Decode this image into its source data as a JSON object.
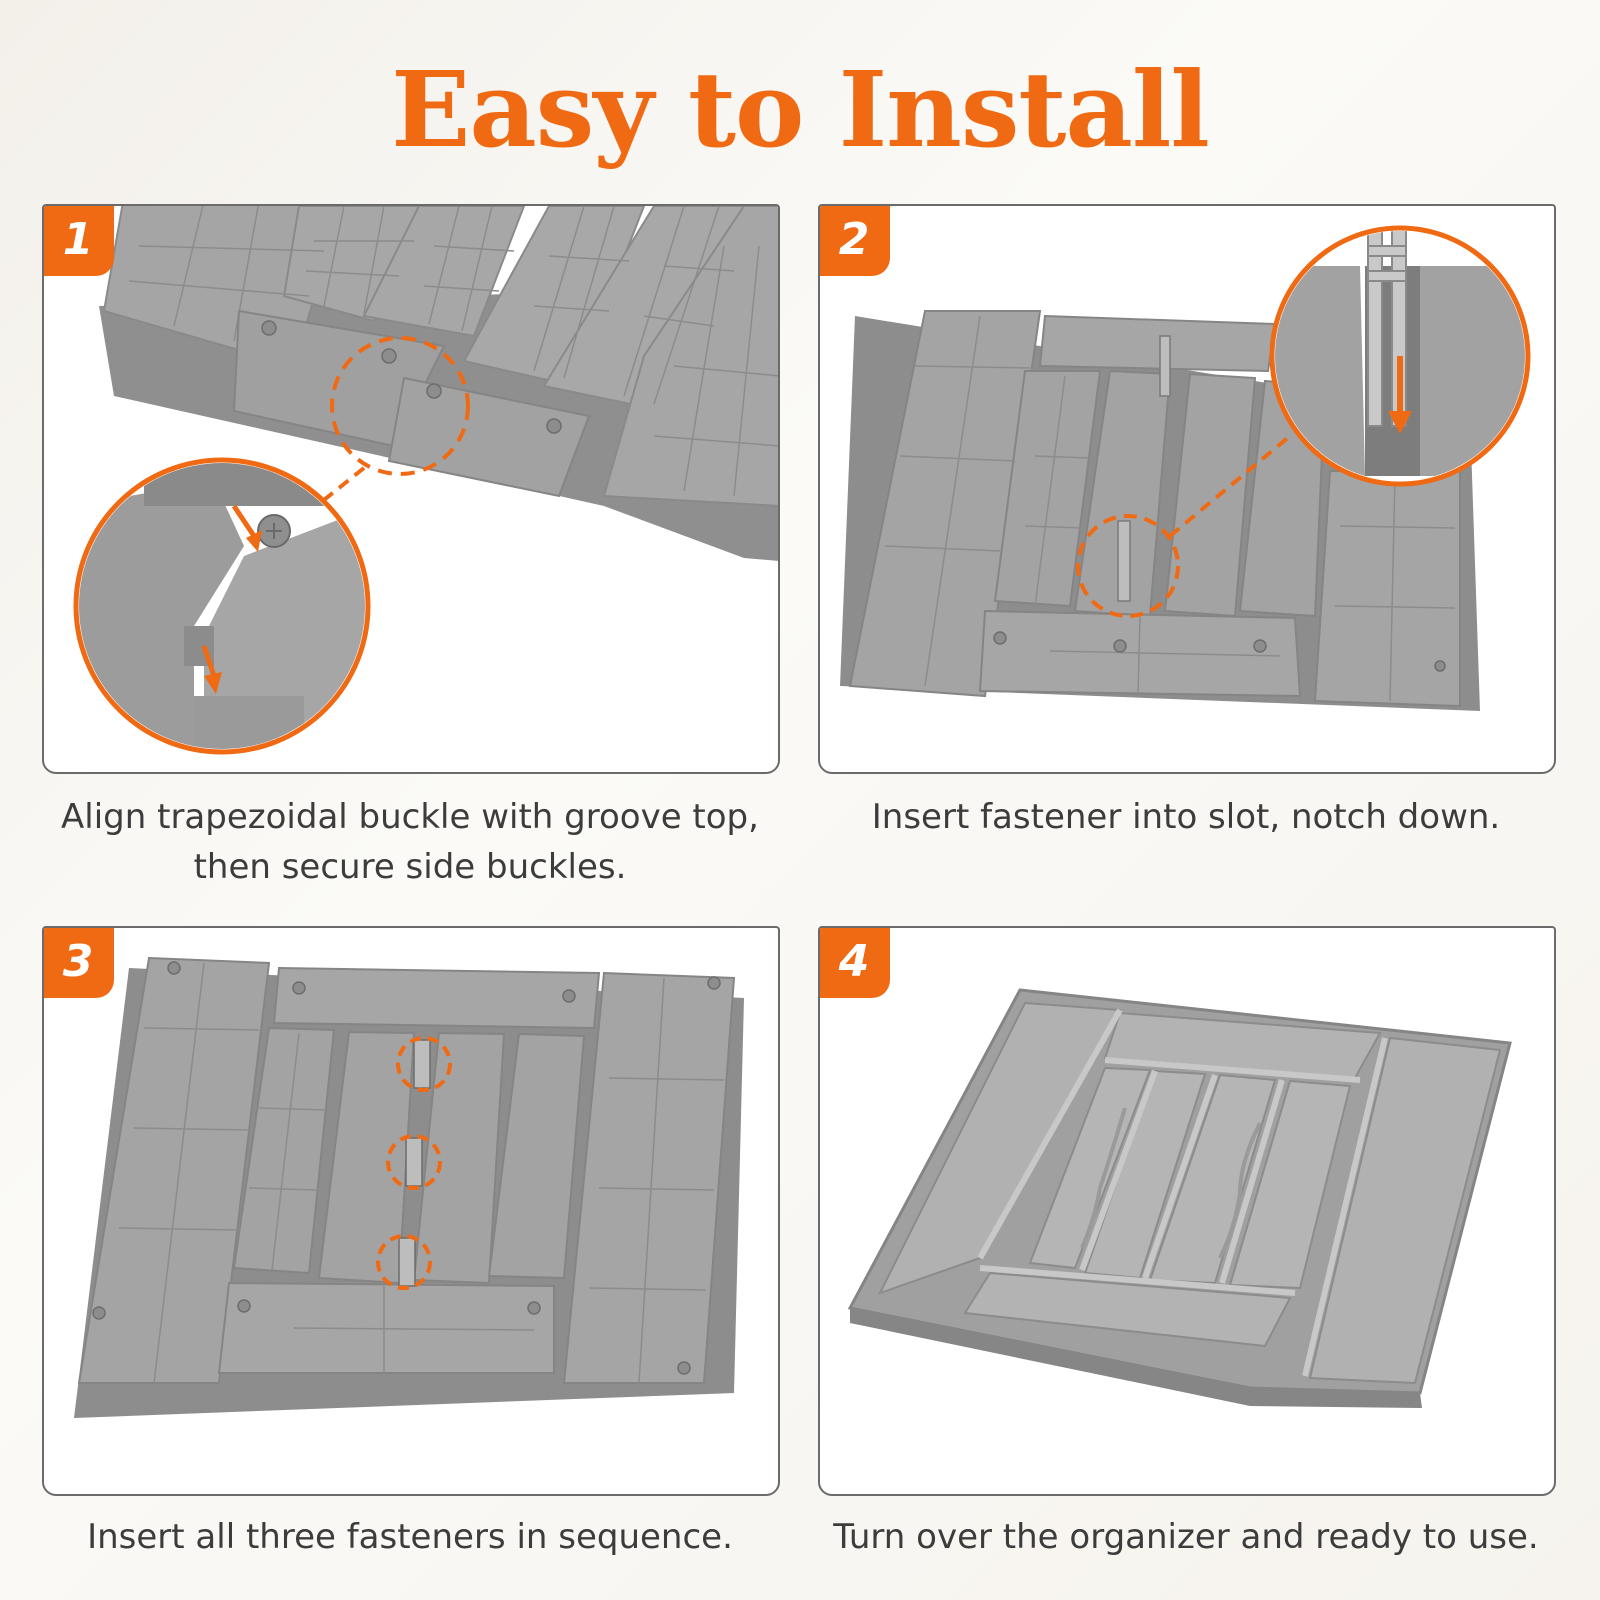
{
  "title": "Easy to Install",
  "steps": [
    {
      "number": "1",
      "caption": "Align trapezoidal buckle with groove top, then secure side buckles."
    },
    {
      "number": "2",
      "caption": "Insert fastener into slot, notch down."
    },
    {
      "number": "3",
      "caption": "Insert all three fasteners in sequence."
    },
    {
      "number": "4",
      "caption": "Turn over the organizer and ready to use."
    }
  ],
  "colors": {
    "accent": "#f06a13",
    "tray": "#a3a3a3",
    "text": "#3c3c3c"
  }
}
